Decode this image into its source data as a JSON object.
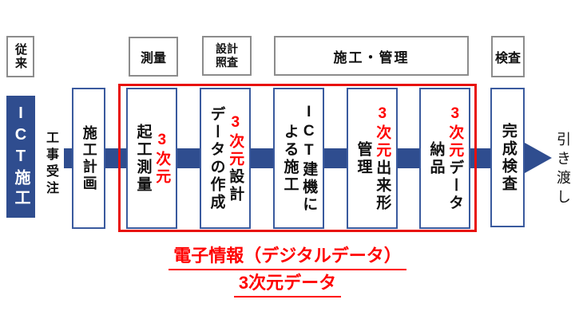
{
  "top_labels": {
    "conventional": "従来",
    "survey": "測量",
    "design_check": {
      "lines": [
        "設計",
        "照査"
      ]
    },
    "construction_management": "施工・管理",
    "inspection": "検査"
  },
  "left_side": {
    "ict_construction": "ICT施工",
    "order_received": "工事受注",
    "construction_plan": "施工計画"
  },
  "flow": {
    "boxes": [
      {
        "name": "survey-at-start",
        "right_red": "3次元",
        "right_black": "",
        "left_black": "起工測量"
      },
      {
        "name": "design-data",
        "right_red": "3次元",
        "right_black": "設計",
        "left_black": "データの作成"
      },
      {
        "name": "ict-machinery",
        "right_red": "",
        "right_black": "ICT建機に",
        "left_black": "よる施工"
      },
      {
        "name": "as-built-mgmt",
        "right_red": "3次元",
        "right_black": "出来形",
        "left_black": "管理"
      },
      {
        "name": "data-delivery",
        "right_red": "3次元",
        "right_black": "データ",
        "left_black": "納品"
      }
    ],
    "completion_inspection": "完成検査",
    "handover": "引き渡し"
  },
  "annotation": {
    "line1": "電子情報（デジタルデータ）",
    "line2": "3次元データ"
  },
  "colors": {
    "navy": "#2f4d8f",
    "flow_box_border": "#3a5a9e",
    "gray_border": "#8c8c8c",
    "highlight_red": "#ff0000",
    "rect_red": "#e8100c"
  }
}
